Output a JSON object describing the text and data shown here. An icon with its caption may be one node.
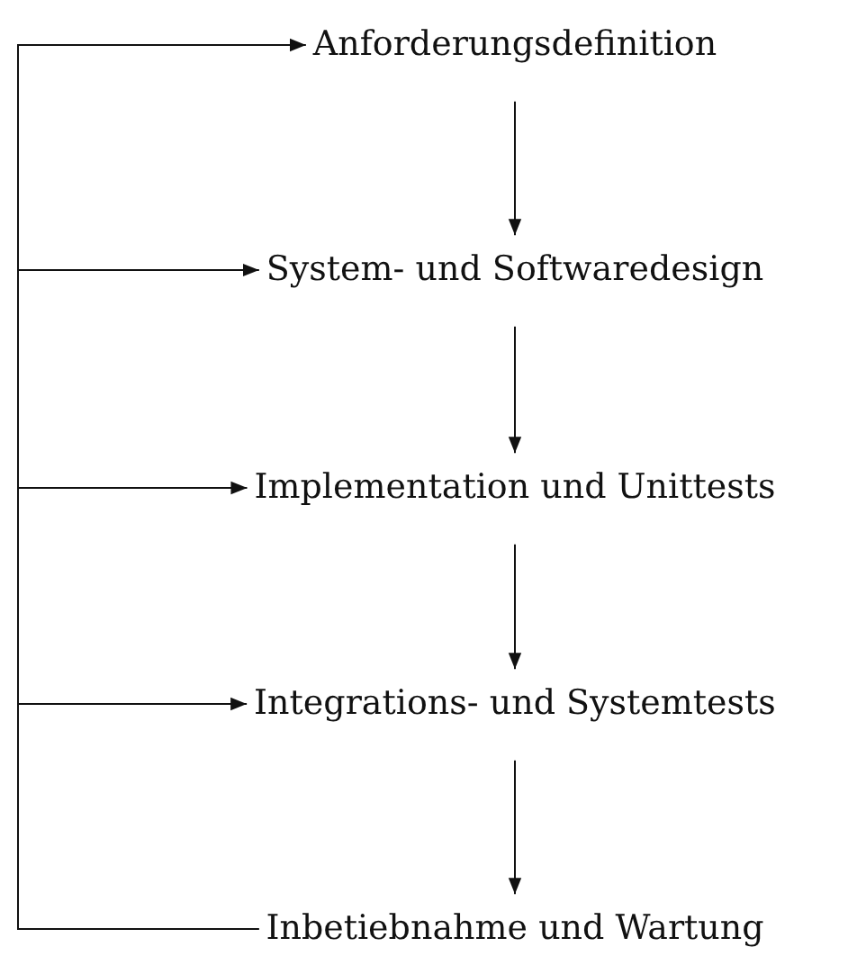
{
  "diagram": {
    "nodes": [
      {
        "text": [
          "Anforderungsdefinition"
        ]
      },
      {
        "text": [
          "System- und Softwaredesign"
        ]
      },
      {
        "text": [
          "Implementation und Unittests"
        ]
      },
      {
        "text": [
          "Integrations- und Systemtests"
        ]
      },
      {
        "text": [
          "Inbetiebnahme und Wartung"
        ]
      }
    ],
    "edges": [
      {
        "from": 0,
        "to": 1,
        "arrow": "to"
      },
      {
        "from": 1,
        "to": 2,
        "arrow": "to"
      },
      {
        "from": 2,
        "to": 3,
        "arrow": "to"
      },
      {
        "from": 3,
        "to": 4,
        "arrow": "to"
      },
      {
        "from": 4,
        "to": 0,
        "arrow": "to"
      },
      {
        "from": 4,
        "to": 1,
        "arrow": "to"
      },
      {
        "from": 4,
        "to": 2,
        "arrow": "to"
      },
      {
        "from": 4,
        "to": 3,
        "arrow": "to"
      }
    ]
  }
}
